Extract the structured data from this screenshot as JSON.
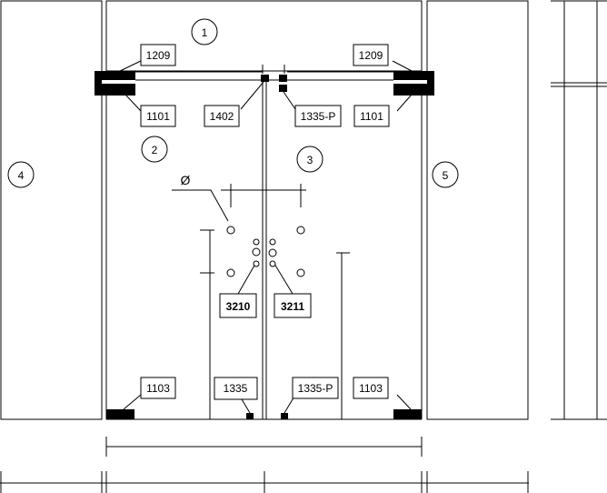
{
  "diagram": {
    "zones": {
      "top": "1",
      "left_door": "2",
      "right_door": "3",
      "left_panel": "4",
      "right_panel": "5"
    },
    "diameter_symbol": "Ø",
    "labels": {
      "top_left_rail": "1209",
      "top_right_rail": "1209",
      "top_left_clamp": "1101",
      "top_right_clamp": "1101",
      "top_center_left": "1402",
      "top_center_right": "1335-P",
      "handle_left": "3210",
      "handle_right": "3211",
      "bottom_left_clamp": "1103",
      "bottom_right_clamp": "1103",
      "bottom_center_left": "1335",
      "bottom_center_right": "1335-P"
    }
  }
}
